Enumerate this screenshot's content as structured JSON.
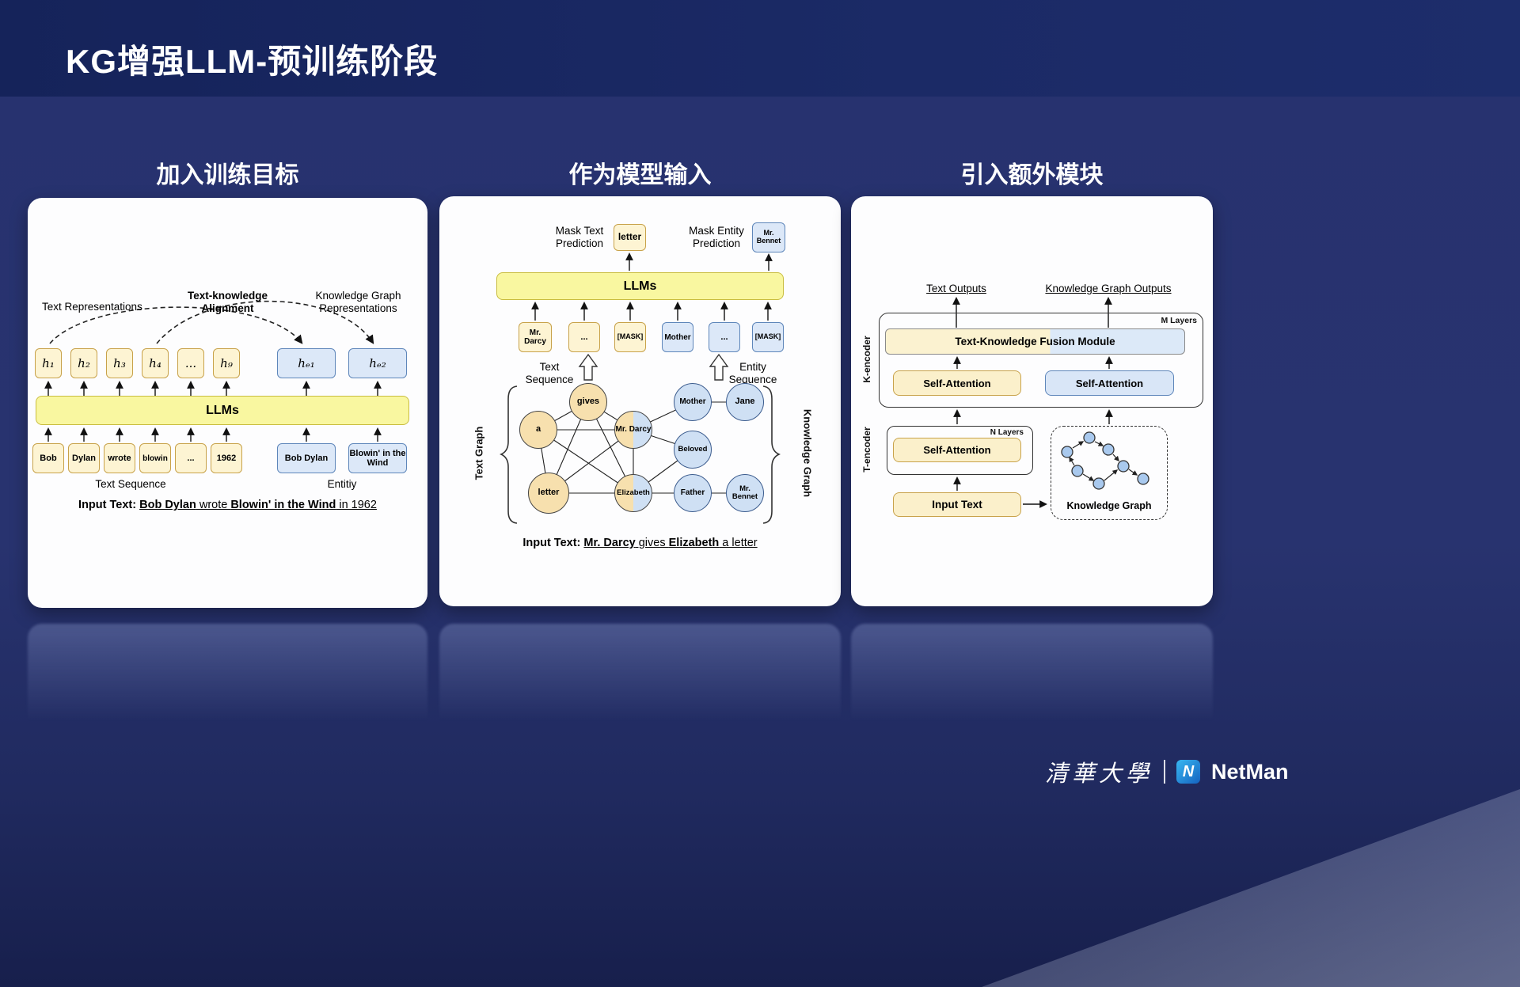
{
  "header": {
    "title": "KG增强LLM-预训练阶段"
  },
  "columns": {
    "c1": "加入训练目标",
    "c2": "作为模型输入",
    "c3": "引入额外模块"
  },
  "p1": {
    "text_repr": "Text Representations",
    "align1": "Text-knowledge",
    "align2": "Alignment",
    "kg1": "Knowledge Graph",
    "kg2": "Representations",
    "h": [
      "h₁",
      "h₂",
      "h₃",
      "h₄",
      "...",
      "h₉"
    ],
    "he": [
      "hₑ₁",
      "hₑ₂"
    ],
    "llms": "LLMs",
    "tokens": [
      "Bob",
      "Dylan",
      "wrote",
      "blowin",
      "...",
      "1962"
    ],
    "entities": [
      "Bob Dylan",
      "Blowin' in the Wind"
    ],
    "text_seq": "Text Sequence",
    "entity_lbl": "Entitiy",
    "it_prefix": "Input Text: ",
    "it1": "Bob Dylan",
    "it2": " wrote ",
    "it3": "Blowin' in the Wind",
    "it4": " in 1962"
  },
  "p2": {
    "mask_text1": "Mask Text",
    "mask_text2": "Prediction",
    "letter": "letter",
    "mask_entity1": "Mask Entity",
    "mask_entity2": "Prediction",
    "bennet1": "Mr.",
    "bennet2": "Bennet",
    "llms": "LLMs",
    "tok_y": [
      "Mr. Darcy",
      "...",
      "[MASK]"
    ],
    "tok_b": [
      "Mother",
      "...",
      "[MASK]"
    ],
    "text_seq1": "Text",
    "text_seq2": "Sequence",
    "entity_seq1": "Entity",
    "entity_seq2": "Sequence",
    "text_graph": "Text Graph",
    "knowledge_graph": "Knowledge Graph",
    "nodes": {
      "gives": "gives",
      "a": "a",
      "letter": "letter",
      "darcy": "Mr. Darcy",
      "elizabeth": "Elizabeth",
      "mother": "Mother",
      "jane": "Jane",
      "beloved": "Beloved",
      "father": "Father",
      "bennet": "Mr. Bennet"
    },
    "it_prefix": "Input Text: ",
    "it1": "Mr. Darcy",
    "it2": " gives ",
    "it3": "Elizabeth",
    "it4": " a letter"
  },
  "p3": {
    "text_out": "Text Outputs",
    "kg_out": "Knowledge Graph Outputs",
    "m_layers": "M Layers",
    "n_layers": "N Layers",
    "fusion": "Text-Knowledge Fusion Module",
    "sa": "Self-Attention",
    "k_encoder": "K-encoder",
    "t_encoder": "T-encoder",
    "input_text": "Input Text",
    "kg_box": "Knowledge Graph"
  },
  "footer": {
    "university": "清華大學",
    "brand": "NetMan",
    "brand_icon": "N"
  },
  "colors": {
    "token_yellow": "#fdf4d3",
    "token_blue": "#dce8f8",
    "llms_yellow": "#f9f7a0",
    "background_navy": "#28336f",
    "header_navy": "#18265e"
  }
}
